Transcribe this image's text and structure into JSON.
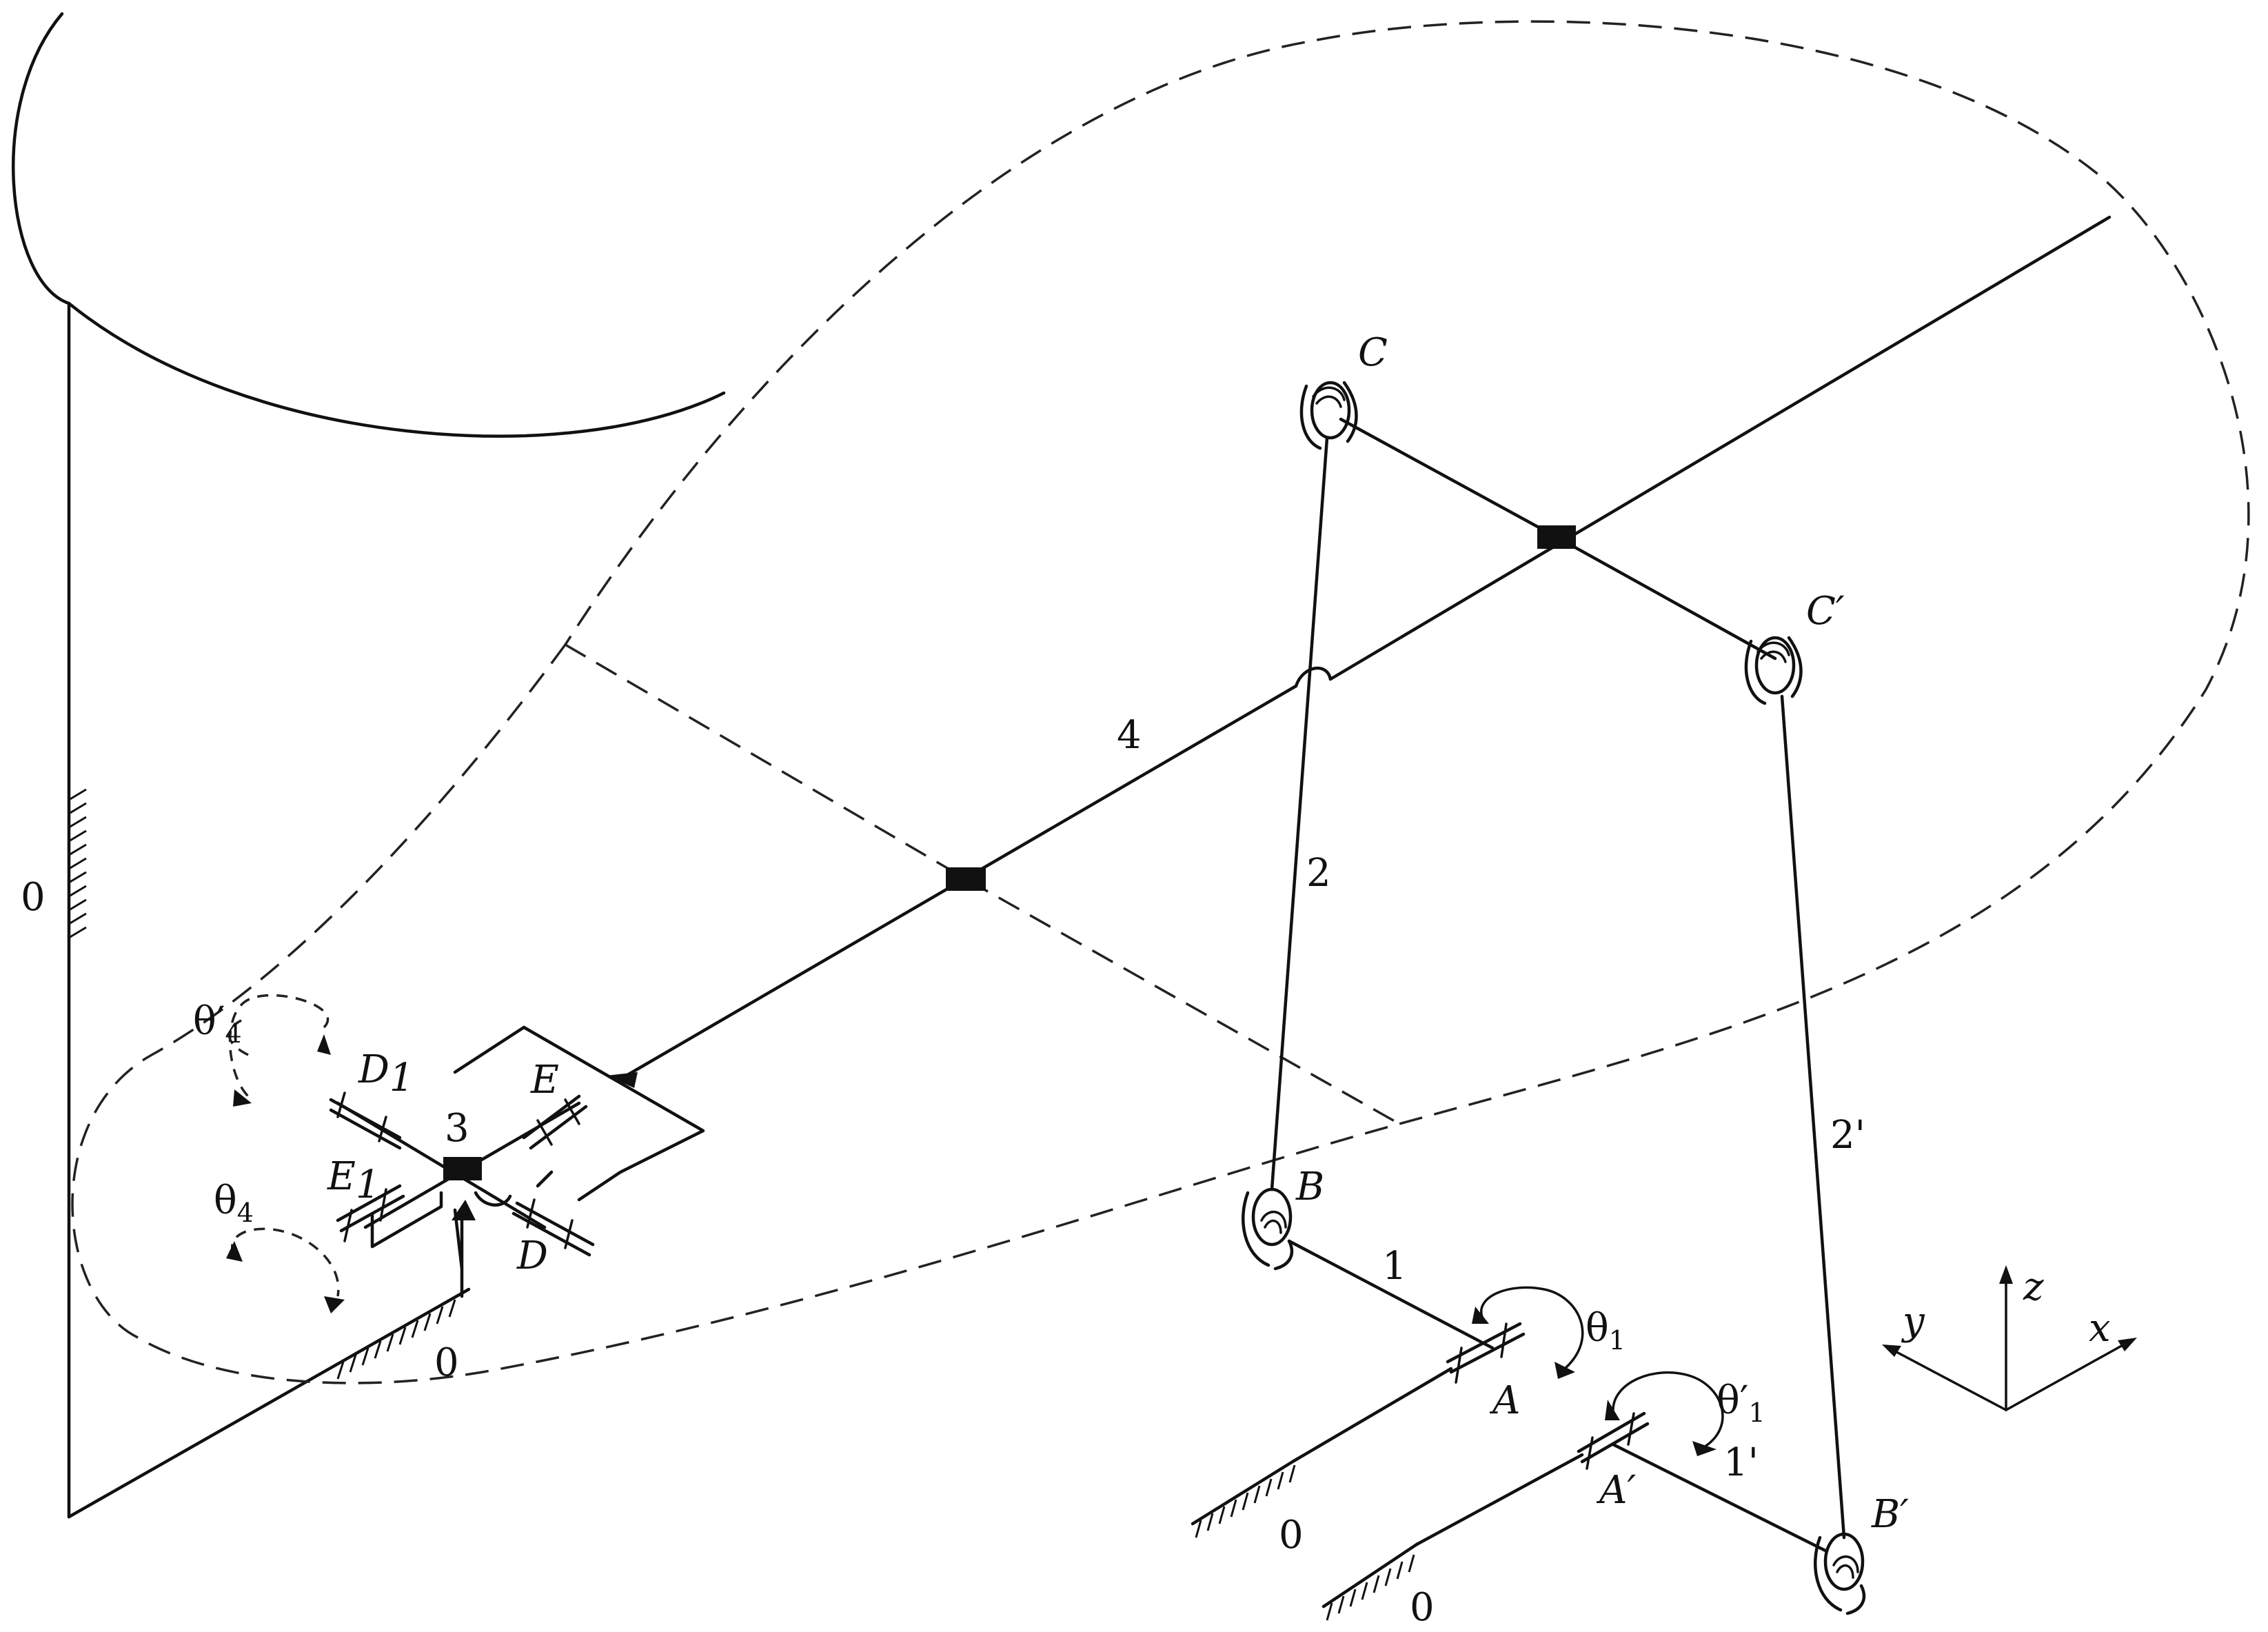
{
  "labels": {
    "C": "C",
    "C_prime": "C′",
    "B": "B",
    "B_prime": "B′",
    "A": "A",
    "A_prime": "A′",
    "D": "D",
    "D1": "D",
    "D1_sub": "1",
    "E": "E",
    "E1": "E",
    "E1_sub": "1",
    "link_1": "1",
    "link_1_prime": "1'",
    "link_2": "2",
    "link_2_prime": "2'",
    "link_3": "3",
    "link_4": "4",
    "ground_wall": "0",
    "ground_floor": "0",
    "ground_A": "0",
    "ground_A_prime": "0",
    "theta1": "θ",
    "theta1_sub": "1",
    "theta1_prime": "θ′",
    "theta1_prime_sub": "1",
    "theta4": "θ",
    "theta4_sub": "4",
    "theta4_prime": "θ′",
    "theta4_prime_sub": "4"
  },
  "axes": {
    "x": "x",
    "y": "y",
    "z": "z"
  }
}
